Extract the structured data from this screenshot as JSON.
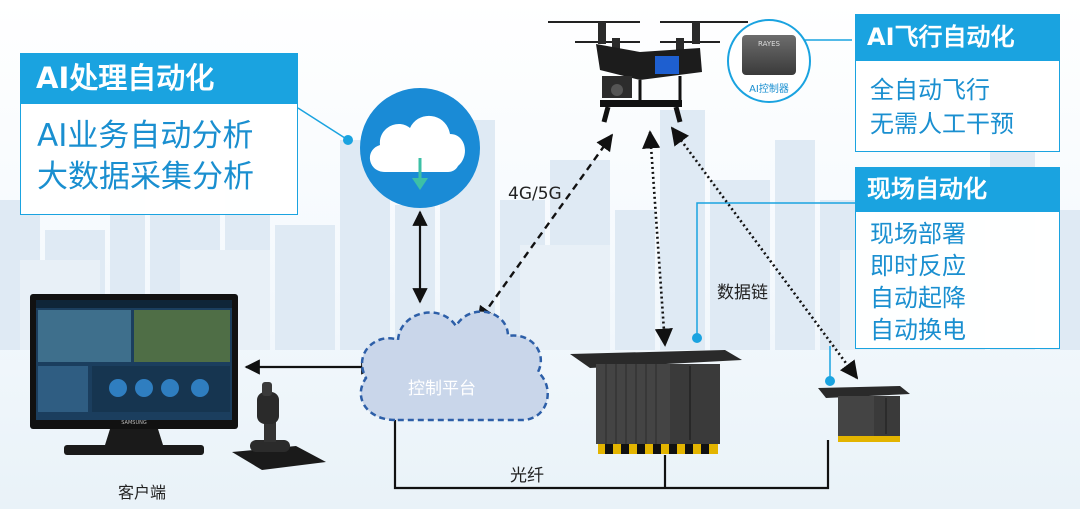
{
  "panels": {
    "ai_processing": {
      "title": "AI处理自动化",
      "lines": [
        "AI业务自动分析",
        "大数据采集分析"
      ]
    },
    "ai_flight": {
      "title": "AI飞行自动化",
      "lines": [
        "全自动飞行",
        "无需人工干预"
      ]
    },
    "site": {
      "title": "现场自动化",
      "lines": [
        "现场部署",
        "即时反应",
        "自动起降",
        "自动换电"
      ]
    }
  },
  "labels": {
    "network": "4G/5G",
    "data_link": "数据链",
    "platform": "控制平台",
    "fiber": "光纤",
    "client": "客户端",
    "ai_controller": "AI控制器",
    "controller_badge": "RAYES",
    "monitor_brand": "SAMSUNG"
  },
  "colors": {
    "accent": "#1aa3e0",
    "cloud_fill": "#c9d6ea",
    "cloud_border": "#2d5fa8",
    "dark": "#1c1c1c"
  },
  "icons": [
    "cloud-download-icon",
    "drone-icon",
    "joystick-icon",
    "monitor-icon",
    "charging-station-icon",
    "ai-controller-icon"
  ]
}
